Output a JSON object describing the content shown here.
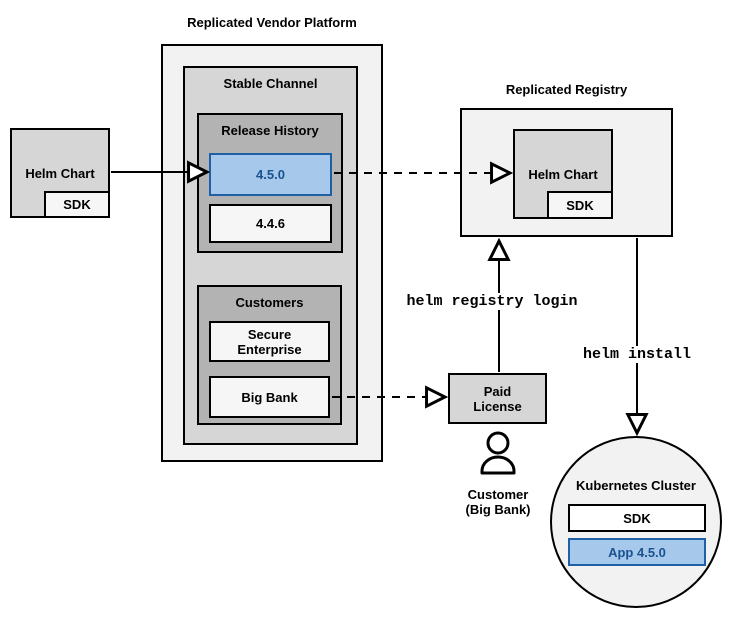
{
  "diagram": {
    "platform": {
      "title": "Replicated Vendor Platform",
      "stable_channel": {
        "title": "Stable Channel",
        "release_history": {
          "title": "Release History",
          "releases": [
            {
              "version": "4.5.0",
              "highlighted": true
            },
            {
              "version": "4.4.6",
              "highlighted": false
            }
          ]
        },
        "customers": {
          "title": "Customers",
          "items": [
            "Secure\nEnterprise",
            "Big Bank"
          ]
        }
      }
    },
    "source_chart": {
      "label": "Helm Chart",
      "sdk_label": "SDK"
    },
    "registry": {
      "title": "Replicated Registry",
      "helm_chart_label": "Helm Chart",
      "sdk_label": "SDK"
    },
    "paid_license": {
      "label": "Paid\nLicense"
    },
    "customer": {
      "label": "Customer\n(Big Bank)"
    },
    "cluster": {
      "title": "Kubernetes Cluster",
      "sdk_label": "SDK",
      "app_label": "App 4.5.0"
    },
    "commands": {
      "registry_login": "helm registry login",
      "install": "helm install"
    },
    "colors": {
      "highlight_fill": "#a6c8ea",
      "highlight_border": "#1f5fa6",
      "highlight_text": "#1a528f",
      "container_fill": "#f2f2f2",
      "channel_fill": "#d6d6d6",
      "group_fill": "#b3b3b3",
      "item_fill": "#f6f6f6",
      "line_color": "#000000"
    }
  }
}
